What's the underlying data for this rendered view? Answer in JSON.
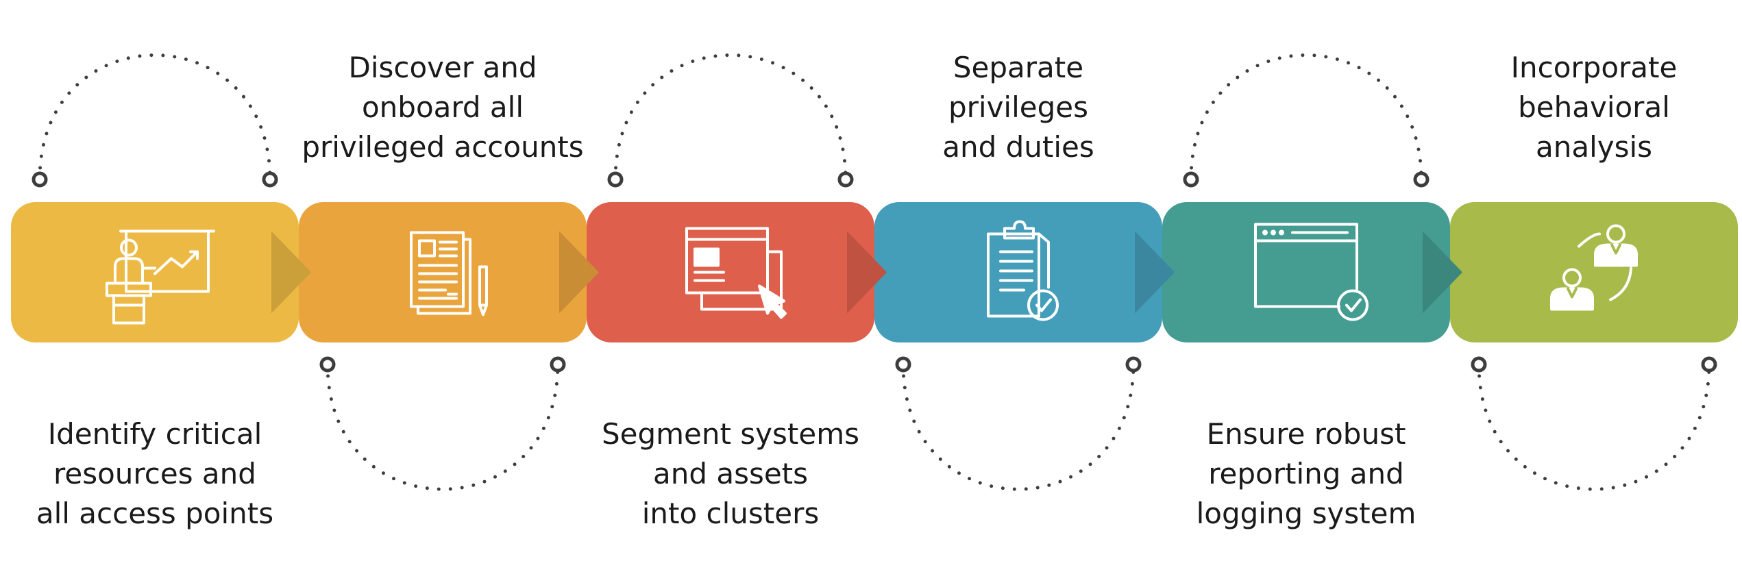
{
  "steps": [
    {
      "name": "identify",
      "color": "#ECB944",
      "icon": "presentation-icon",
      "label_position": "below",
      "label_lines": [
        "Identify critical",
        "resources and",
        "all access points"
      ]
    },
    {
      "name": "discover",
      "color": "#EAA43E",
      "icon": "documents-pen-icon",
      "label_position": "above",
      "label_lines": [
        "Discover and",
        "onboard all",
        "privileged accounts"
      ]
    },
    {
      "name": "segment",
      "color": "#DE5F4C",
      "icon": "windows-cursor-icon",
      "label_position": "below",
      "label_lines": [
        "Segment systems",
        "and assets",
        "into clusters"
      ]
    },
    {
      "name": "separate",
      "color": "#449DB9",
      "icon": "clipboard-check-icon",
      "label_position": "above",
      "label_lines": [
        "Separate",
        "privileges",
        "and duties"
      ]
    },
    {
      "name": "reporting",
      "color": "#459D92",
      "icon": "browser-check-icon",
      "label_position": "below",
      "label_lines": [
        "Ensure robust",
        "reporting and",
        "logging system"
      ]
    },
    {
      "name": "behavioral",
      "color": "#A7BA4A",
      "icon": "users-exchange-icon",
      "label_position": "above",
      "label_lines": [
        "Incorporate",
        "behavioral",
        "analysis"
      ]
    }
  ]
}
